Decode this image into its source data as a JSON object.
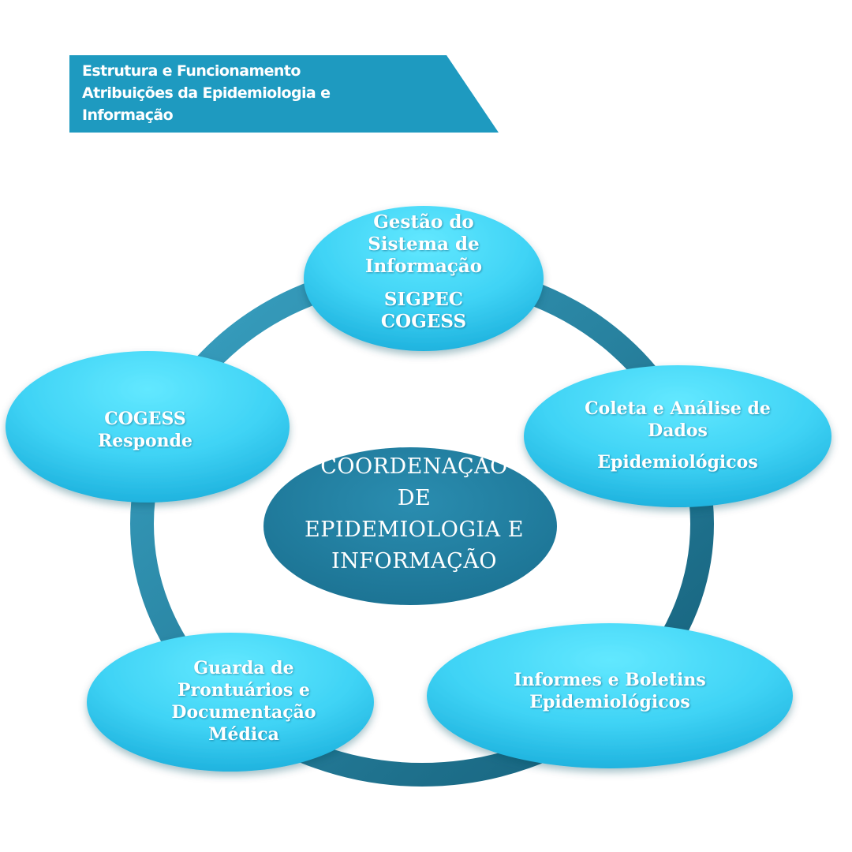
{
  "header": {
    "lines": [
      "Estrutura e Funcionamento",
      "Atribuições  da Epidemiologia e",
      "Informação"
    ]
  },
  "center": {
    "lines": [
      "COORDENAÇÃO",
      "DE",
      "EPIDEMIOLOGIA E",
      "INFORMAÇÃO"
    ]
  },
  "nodes": {
    "top": {
      "title": [
        "Gestão do",
        "Sistema de",
        "Informação"
      ],
      "sub": [
        "SIGPEC",
        "COGESS"
      ]
    },
    "right": {
      "title": [
        "Coleta e Análise de",
        "Dados"
      ],
      "sub": [
        "Epidemiológicos"
      ]
    },
    "bottom_right": {
      "title": [
        "Informes e Boletins",
        "Epidemiológicos"
      ]
    },
    "bottom_left": {
      "title": [
        "Guarda de",
        "Prontuários e",
        "Documentação",
        "Médica"
      ]
    },
    "left": {
      "title": [
        "COGESS",
        "Responde"
      ]
    }
  },
  "colors": {
    "banner": "#1e9ac0",
    "ring": "#1d6e8a",
    "node_light": "#55e2fc",
    "node_dark": "#1aaedb",
    "center_fill": "#1e7fa0"
  }
}
